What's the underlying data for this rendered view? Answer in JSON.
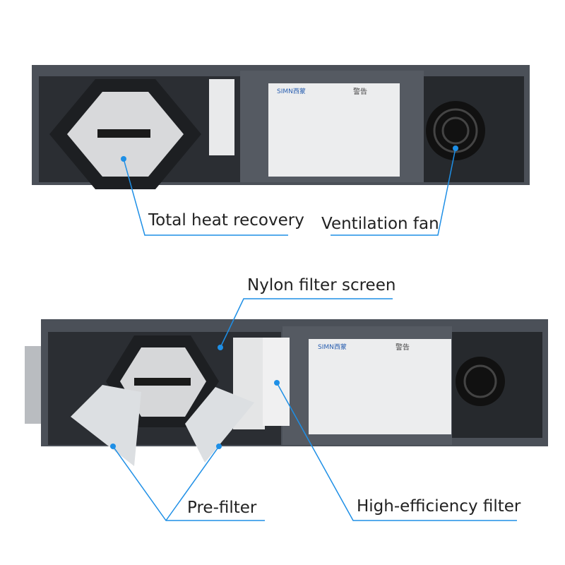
{
  "labels": {
    "heat_recovery": "Total heat recovery",
    "fan": "Ventilation fan",
    "nylon": "Nylon filter screen",
    "prefilter": "Pre-filter",
    "hepa": "High-efficiency filter"
  },
  "panel_logo": "SIMN西蒙",
  "panel_warning": "警告",
  "colors": {
    "leader": "#1e8fe6",
    "casing": "#4b5058",
    "interior": "#2b2e33"
  }
}
